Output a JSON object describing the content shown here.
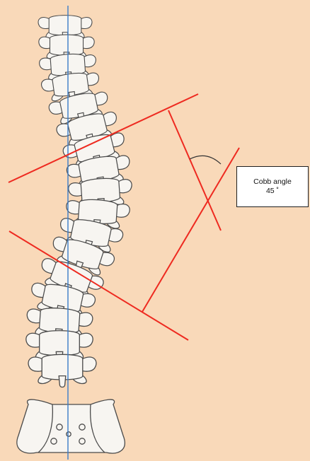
{
  "annotation": {
    "title": "Cobb angle",
    "value": "45 ˚"
  },
  "colors": {
    "background": "#f9d9b9",
    "vertebra_fill": "#f7f5f1",
    "outline": "#4a4a4a",
    "measurement_lines": "#ee2a20",
    "midline": "#3a7cc8"
  },
  "vertebrae": {
    "count": 17
  }
}
